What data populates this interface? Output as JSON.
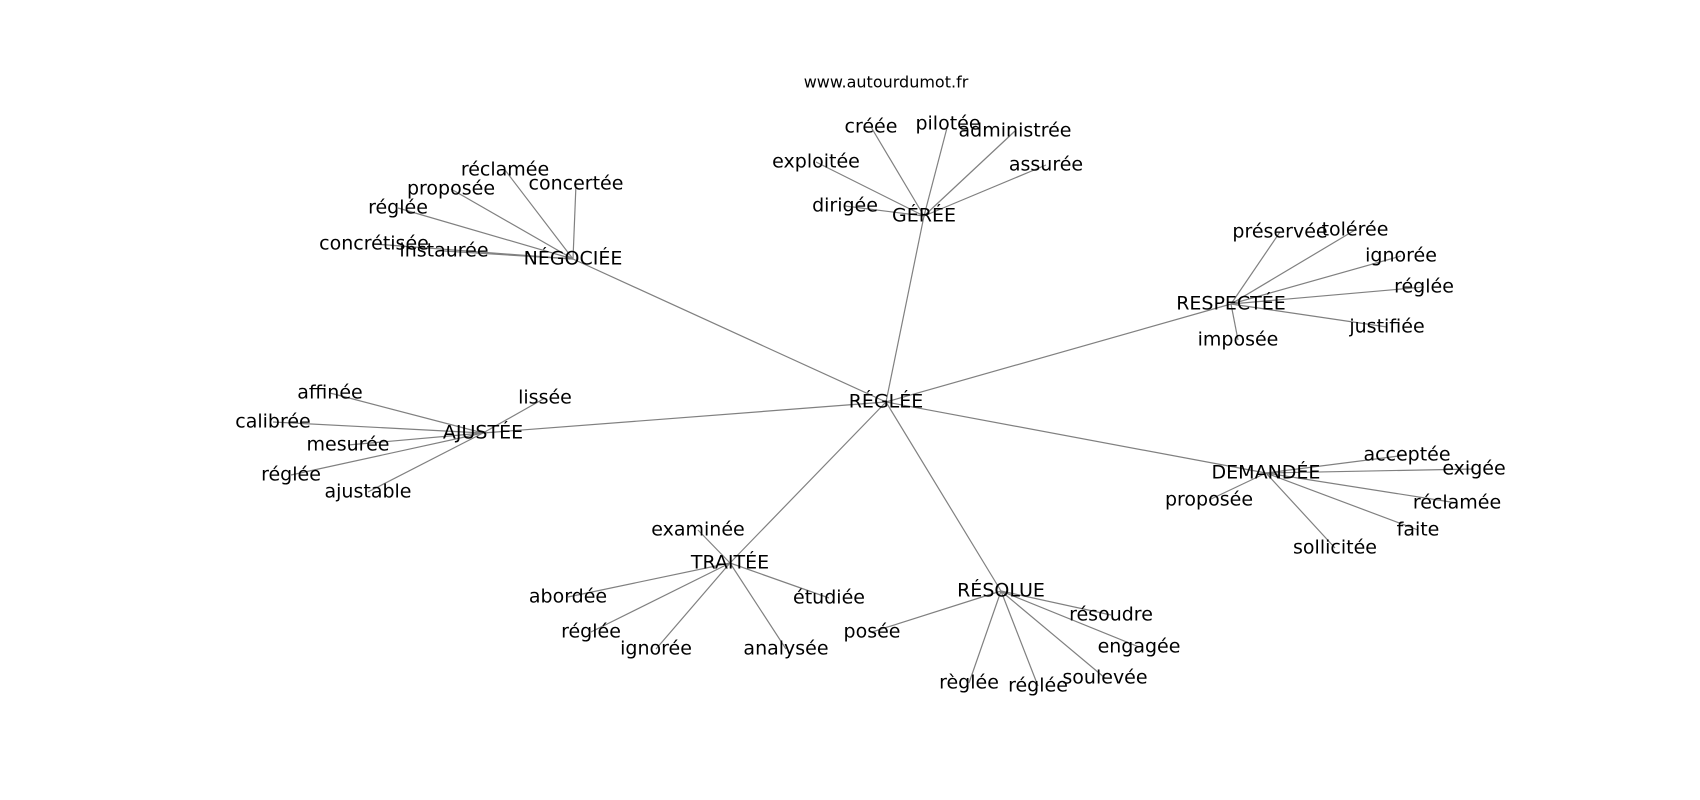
{
  "header": {
    "source": "www.autourdumot.fr"
  },
  "graph": {
    "center": {
      "id": "center",
      "label": "RÉGLÉE"
    },
    "hubs": [
      {
        "id": "negociee",
        "label": "NÉGOCIÉE",
        "leaves": [
          "réclamée",
          "proposée",
          "concertée",
          "réglée",
          "concrétisée",
          "instaurée"
        ]
      },
      {
        "id": "geree",
        "label": "GÉRÉE",
        "leaves": [
          "créée",
          "pilotée",
          "administrée",
          "exploitée",
          "assurée",
          "dirigée"
        ]
      },
      {
        "id": "respectee",
        "label": "RESPECTÉE",
        "leaves": [
          "préservée",
          "tolérée",
          "ignorée",
          "réglée",
          "justifiée",
          "imposée"
        ]
      },
      {
        "id": "ajustee",
        "label": "AJUSTÉE",
        "leaves": [
          "affinée",
          "lissée",
          "calibrée",
          "mesurée",
          "réglée",
          "ajustable"
        ]
      },
      {
        "id": "demandee",
        "label": "DEMANDÉE",
        "leaves": [
          "acceptée",
          "exigée",
          "proposée",
          "réclamée",
          "faite",
          "sollicitée"
        ]
      },
      {
        "id": "traitee",
        "label": "TRAITÉE",
        "leaves": [
          "examinée",
          "abordée",
          "étudiée",
          "réglée",
          "ignorée",
          "analysée"
        ]
      },
      {
        "id": "resolue",
        "label": "RÉSOLUE",
        "leaves": [
          "résoudre",
          "posée",
          "engagée",
          "soulevée",
          "règlée",
          "réglée"
        ]
      }
    ]
  }
}
